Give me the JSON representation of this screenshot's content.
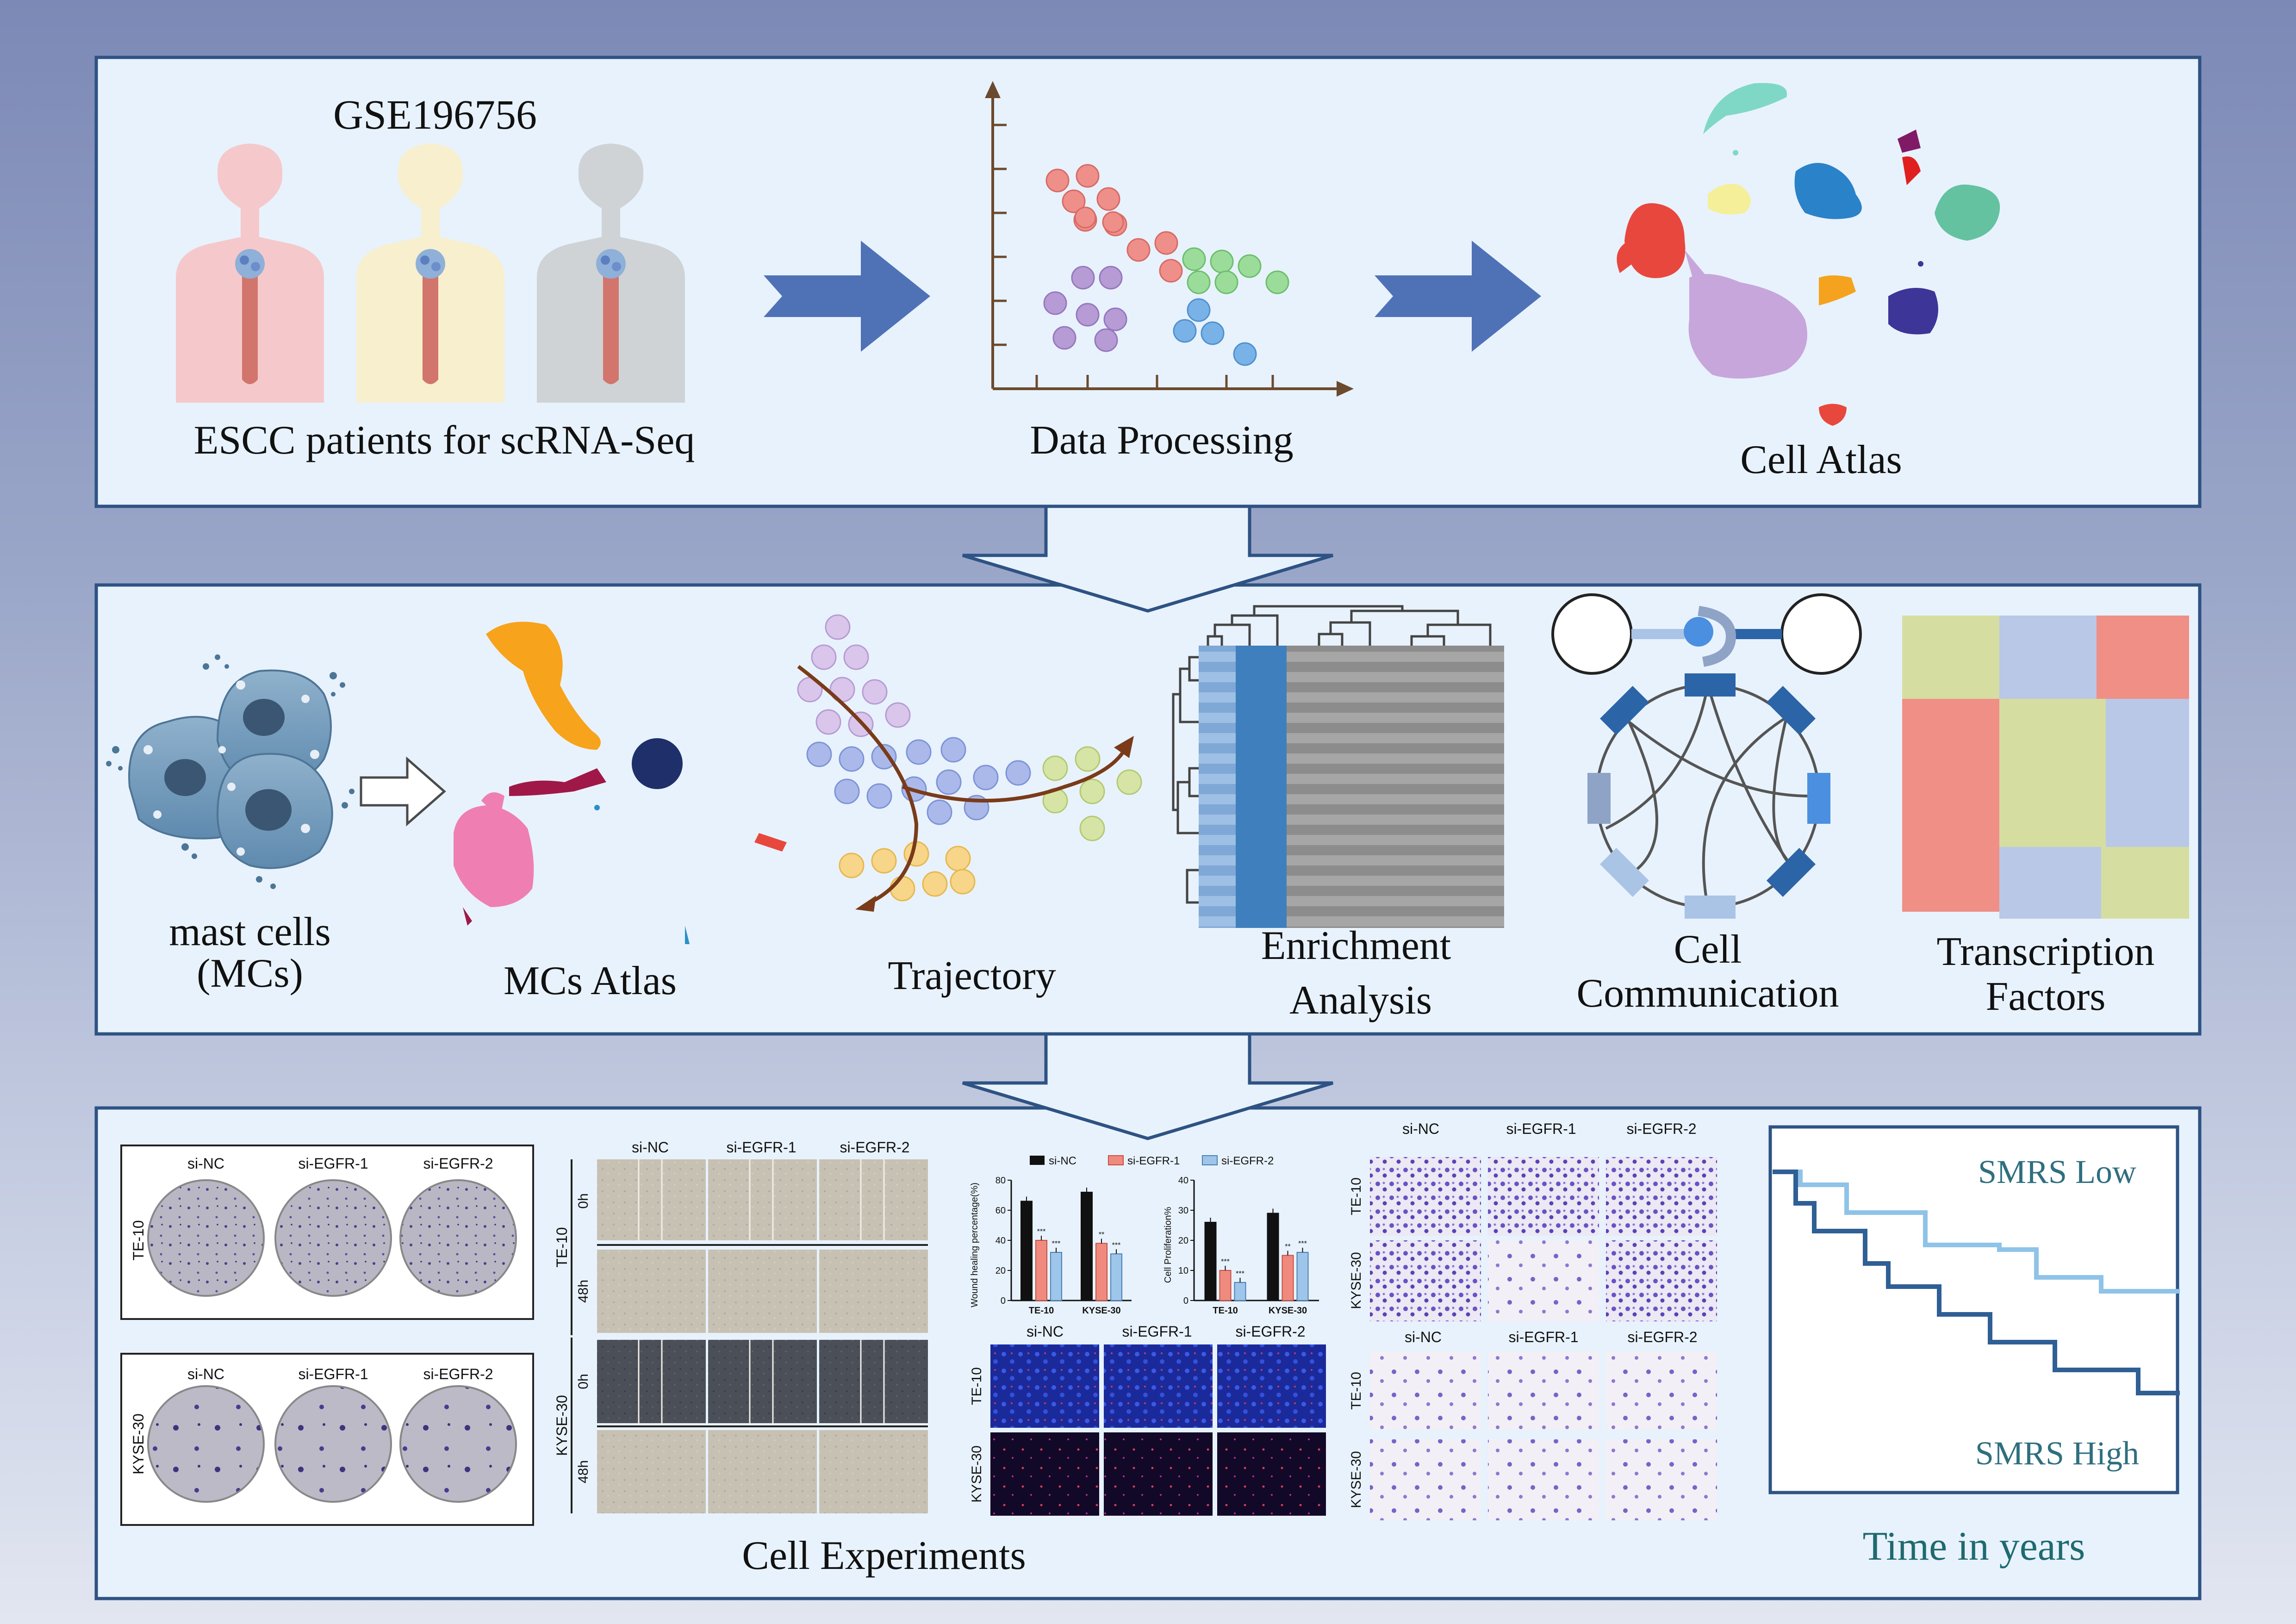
{
  "top": {
    "dataset": "GSE196756",
    "patients_label": "ESCC patients for scRNA-Seq",
    "processing_label": "Data Processing",
    "atlas_label": "Cell Atlas"
  },
  "middle": {
    "mast_label_1": "mast cells",
    "mast_label_2": "(MCs)",
    "mcs_atlas_label": "MCs Atlas",
    "trajectory_label": "Trajectory",
    "enrichment_label_1": "Enrichment",
    "enrichment_label_2": "Analysis",
    "communication_label_1": "Cell",
    "communication_label_2": "Communication",
    "tf_label_1": "Transcription",
    "tf_label_2": "Factors"
  },
  "bottom": {
    "experiments_label": "Cell  Experiments",
    "groups": [
      "si-NC",
      "si-EGFR-1",
      "si-EGFR-2"
    ],
    "cell_lines": [
      "TE-10",
      "KYSE-30"
    ],
    "timepoints": [
      "0h",
      "48h"
    ],
    "wound_ylabel": "Wound healing percentage(%)",
    "prolif_ylabel": "Cell Proliferation%",
    "sig_marks": [
      "***",
      "***",
      "**",
      "***"
    ],
    "km_low": "SMRS Low",
    "km_high": "SMRS High",
    "km_xlabel": "Time in years"
  },
  "chart_data": [
    {
      "type": "bar",
      "categories": [
        "TE-10",
        "KYSE-30"
      ],
      "series": [
        {
          "name": "si-NC",
          "values": [
            66,
            72
          ]
        },
        {
          "name": "si-EGFR-1",
          "values": [
            40,
            38
          ]
        },
        {
          "name": "si-EGFR-2",
          "values": [
            32,
            31
          ]
        }
      ],
      "ylabel": "Wound healing percentage(%)",
      "ylim": [
        0,
        80
      ],
      "yticks": [
        0,
        20,
        40,
        60,
        80
      ]
    },
    {
      "type": "bar",
      "categories": [
        "TE-10",
        "KYSE-30"
      ],
      "series": [
        {
          "name": "si-NC",
          "values": [
            26,
            29
          ]
        },
        {
          "name": "si-EGFR-1",
          "values": [
            10,
            15
          ]
        },
        {
          "name": "si-EGFR-2",
          "values": [
            6,
            16
          ]
        }
      ],
      "ylabel": "Cell Proliferation%",
      "ylim": [
        0,
        40
      ],
      "yticks": [
        0,
        10,
        20,
        30,
        40
      ]
    },
    {
      "type": "line",
      "series": [
        {
          "name": "SMRS Low",
          "color": "#8fc3e8"
        },
        {
          "name": "SMRS High",
          "color": "#2f5f95"
        }
      ],
      "xlabel": "Time in years"
    }
  ]
}
